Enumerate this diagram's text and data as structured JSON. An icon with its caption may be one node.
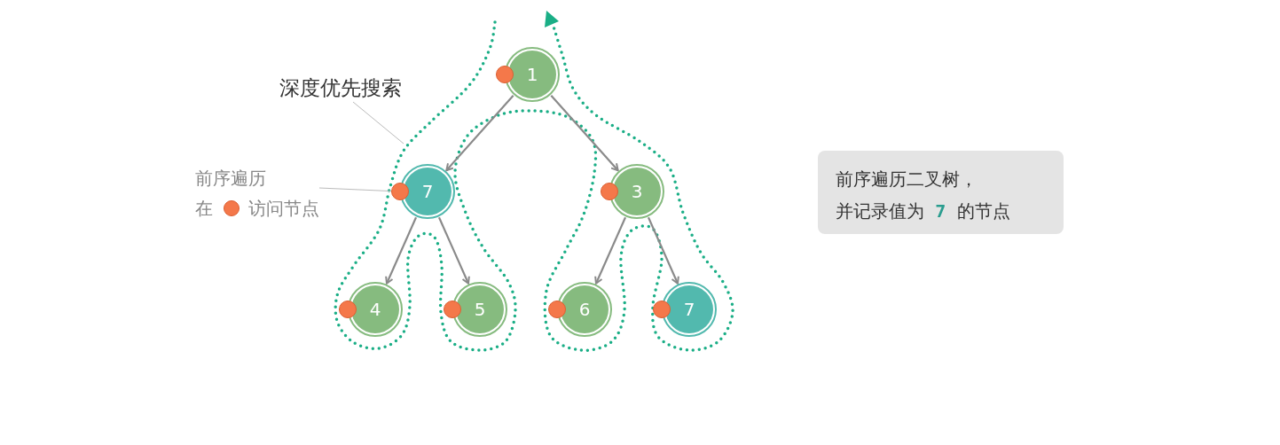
{
  "diagram": {
    "nodes": [
      {
        "text": [
          "1"
        ]
      },
      {
        "text": [
          "7"
        ]
      },
      {
        "text": [
          "3"
        ]
      },
      {
        "text": [
          "4"
        ]
      },
      {
        "text": [
          "5"
        ]
      },
      {
        "text": [
          "6"
        ]
      },
      {
        "text": [
          "7"
        ]
      },
      {
        "text": [
          "深度优先搜索"
        ]
      },
      {
        "text": [
          "前序遍历",
          "在",
          "访问节点"
        ]
      },
      {
        "text": [
          "前序遍历二叉树，并记录值为 **7** 的节点"
        ]
      }
    ],
    "edges": [
      {
        "from": 0,
        "to": 1,
        "arrow": "to"
      },
      {
        "from": 0,
        "to": 2,
        "arrow": "to"
      },
      {
        "from": 1,
        "to": 3,
        "arrow": "to"
      },
      {
        "from": 1,
        "to": 4,
        "arrow": "to"
      },
      {
        "from": 2,
        "to": 5,
        "arrow": "to"
      },
      {
        "from": 2,
        "to": 6,
        "arrow": "to"
      },
      {
        "from": 7,
        "to": null,
        "arrow": "none"
      },
      {
        "from": 8,
        "to": 1,
        "arrow": "none"
      }
    ]
  }
}
